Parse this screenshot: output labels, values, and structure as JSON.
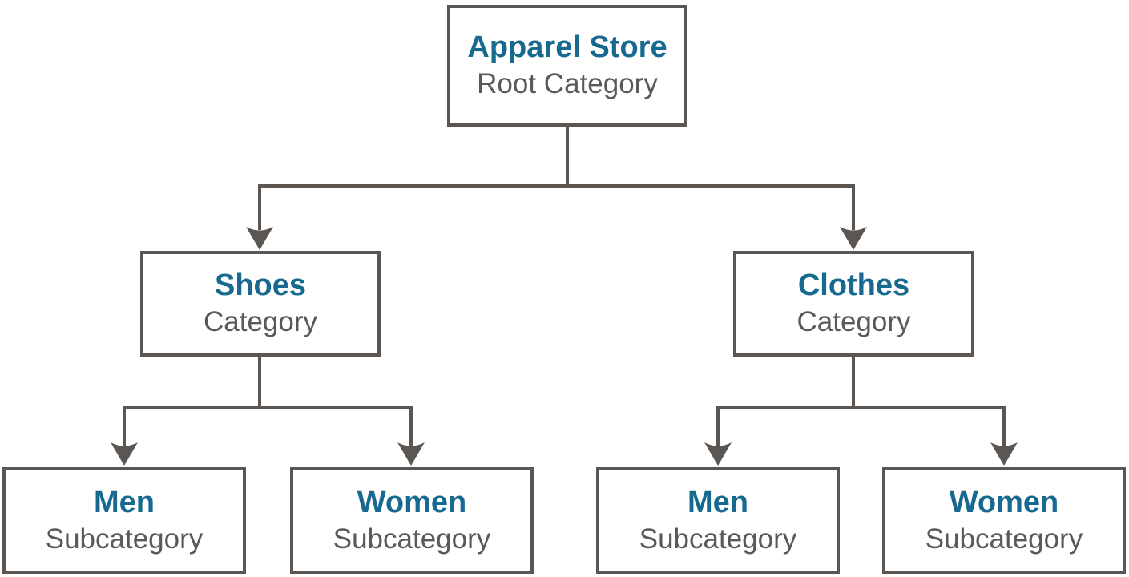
{
  "diagram": {
    "kind": "category-hierarchy-tree",
    "nodes": {
      "root": {
        "title": "Apparel Store",
        "subtitle": "Root Category"
      },
      "shoes": {
        "title": "Shoes",
        "subtitle": "Category"
      },
      "clothes": {
        "title": "Clothes",
        "subtitle": "Category"
      },
      "shoes_men": {
        "title": "Men",
        "subtitle": "Subcategory"
      },
      "shoes_women": {
        "title": "Women",
        "subtitle": "Subcategory"
      },
      "clothes_men": {
        "title": "Men",
        "subtitle": "Subcategory"
      },
      "clothes_women": {
        "title": "Women",
        "subtitle": "Subcategory"
      }
    },
    "edges": [
      {
        "from": "root",
        "to": "shoes"
      },
      {
        "from": "root",
        "to": "clothes"
      },
      {
        "from": "shoes",
        "to": "shoes_men"
      },
      {
        "from": "shoes",
        "to": "shoes_women"
      },
      {
        "from": "clothes",
        "to": "clothes_men"
      },
      {
        "from": "clothes",
        "to": "clothes_women"
      }
    ]
  },
  "colors": {
    "accent": "#17698F",
    "subtitle": "#595959",
    "line": "#5B5651",
    "bg": "#FFFFFF"
  }
}
